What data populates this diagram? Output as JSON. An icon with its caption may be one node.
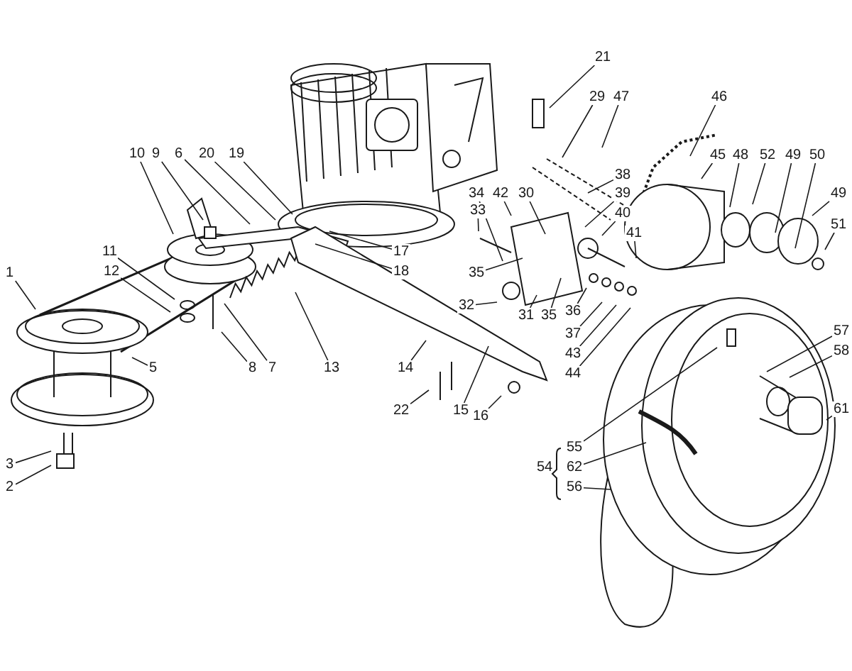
{
  "diagram": {
    "nodes": [
      {
        "text": [
          "21"
        ]
      },
      {
        "text": [
          "10"
        ]
      },
      {
        "text": [
          "9"
        ]
      },
      {
        "text": [
          "6"
        ]
      },
      {
        "text": [
          "20"
        ]
      },
      {
        "text": [
          "19"
        ]
      },
      {
        "text": [
          "29"
        ]
      },
      {
        "text": [
          "47"
        ]
      },
      {
        "text": [
          "46"
        ]
      },
      {
        "text": [
          "45"
        ]
      },
      {
        "text": [
          "48"
        ]
      },
      {
        "text": [
          "52"
        ]
      },
      {
        "text": [
          "49"
        ]
      },
      {
        "text": [
          "50"
        ]
      },
      {
        "text": [
          "38"
        ]
      },
      {
        "text": [
          "34"
        ]
      },
      {
        "text": [
          "42"
        ]
      },
      {
        "text": [
          "30"
        ]
      },
      {
        "text": [
          "39"
        ]
      },
      {
        "text": [
          "49"
        ]
      },
      {
        "text": [
          "33"
        ]
      },
      {
        "text": [
          "40"
        ]
      },
      {
        "text": [
          "41"
        ]
      },
      {
        "text": [
          "51"
        ]
      },
      {
        "text": [
          "11"
        ]
      },
      {
        "text": [
          "17"
        ]
      },
      {
        "text": [
          "1"
        ]
      },
      {
        "text": [
          "12"
        ]
      },
      {
        "text": [
          "18"
        ]
      },
      {
        "text": [
          "35"
        ]
      },
      {
        "text": [
          "32"
        ]
      },
      {
        "text": [
          "31"
        ]
      },
      {
        "text": [
          "35"
        ]
      },
      {
        "text": [
          "36"
        ]
      },
      {
        "text": [
          "37"
        ]
      },
      {
        "text": [
          "57"
        ]
      },
      {
        "text": [
          "58"
        ]
      },
      {
        "text": [
          "43"
        ]
      },
      {
        "text": [
          "5"
        ]
      },
      {
        "text": [
          "8"
        ]
      },
      {
        "text": [
          "7"
        ]
      },
      {
        "text": [
          "13"
        ]
      },
      {
        "text": [
          "14"
        ]
      },
      {
        "text": [
          "44"
        ]
      },
      {
        "text": [
          "22"
        ]
      },
      {
        "text": [
          "15"
        ]
      },
      {
        "text": [
          "16"
        ]
      },
      {
        "text": [
          "61"
        ]
      },
      {
        "text": [
          "55"
        ]
      },
      {
        "text": [
          "62"
        ]
      },
      {
        "text": [
          "56"
        ]
      },
      {
        "text": [
          "3"
        ]
      },
      {
        "text": [
          "2"
        ]
      }
    ],
    "edges": [
      {
        "from": 0,
        "to": null,
        "arrow": "none"
      },
      {
        "from": 1,
        "to": null,
        "arrow": "none"
      },
      {
        "from": 2,
        "to": null,
        "arrow": "none"
      },
      {
        "from": 3,
        "to": null,
        "arrow": "none"
      },
      {
        "from": 4,
        "to": null,
        "arrow": "none"
      },
      {
        "from": 5,
        "to": null,
        "arrow": "none"
      },
      {
        "from": 6,
        "to": null,
        "arrow": "none"
      },
      {
        "from": 7,
        "to": null,
        "arrow": "none"
      },
      {
        "from": 8,
        "to": null,
        "arrow": "none"
      },
      {
        "from": 9,
        "to": null,
        "arrow": "none"
      },
      {
        "from": 10,
        "to": null,
        "arrow": "none"
      },
      {
        "from": 11,
        "to": null,
        "arrow": "none"
      },
      {
        "from": 12,
        "to": null,
        "arrow": "none"
      },
      {
        "from": 13,
        "to": null,
        "arrow": "none"
      },
      {
        "from": 14,
        "to": null,
        "arrow": "none"
      },
      {
        "from": 15,
        "to": null,
        "arrow": "none"
      },
      {
        "from": 16,
        "to": null,
        "arrow": "none"
      },
      {
        "from": 17,
        "to": null,
        "arrow": "none"
      },
      {
        "from": 18,
        "to": null,
        "arrow": "none"
      },
      {
        "from": 19,
        "to": null,
        "arrow": "none"
      },
      {
        "from": 20,
        "to": null,
        "arrow": "none"
      },
      {
        "from": 21,
        "to": null,
        "arrow": "none"
      },
      {
        "from": 22,
        "to": null,
        "arrow": "none"
      },
      {
        "from": 23,
        "to": null,
        "arrow": "none"
      },
      {
        "from": 24,
        "to": null,
        "arrow": "none"
      },
      {
        "from": 25,
        "to": null,
        "arrow": "none"
      },
      {
        "from": 26,
        "to": null,
        "arrow": "none"
      },
      {
        "from": 27,
        "to": null,
        "arrow": "none"
      },
      {
        "from": 28,
        "to": null,
        "arrow": "none"
      },
      {
        "from": 29,
        "to": null,
        "arrow": "none"
      },
      {
        "from": 30,
        "to": null,
        "arrow": "none"
      },
      {
        "from": 31,
        "to": null,
        "arrow": "none"
      },
      {
        "from": 32,
        "to": null,
        "arrow": "none"
      },
      {
        "from": 33,
        "to": null,
        "arrow": "none"
      },
      {
        "from": 34,
        "to": null,
        "arrow": "none"
      },
      {
        "from": 35,
        "to": null,
        "arrow": "none"
      },
      {
        "from": 36,
        "to": null,
        "arrow": "none"
      },
      {
        "from": 37,
        "to": null,
        "arrow": "none"
      },
      {
        "from": 38,
        "to": null,
        "arrow": "none"
      },
      {
        "from": 39,
        "to": null,
        "arrow": "none"
      },
      {
        "from": 40,
        "to": null,
        "arrow": "none"
      },
      {
        "from": 41,
        "to": null,
        "arrow": "none"
      },
      {
        "from": 42,
        "to": null,
        "arrow": "none"
      },
      {
        "from": 43,
        "to": null,
        "arrow": "none"
      },
      {
        "from": 44,
        "to": null,
        "arrow": "none"
      },
      {
        "from": 45,
        "to": null,
        "arrow": "none"
      },
      {
        "from": 46,
        "to": null,
        "arrow": "none"
      },
      {
        "from": 47,
        "to": null,
        "arrow": "none"
      },
      {
        "from": 48,
        "to": null,
        "arrow": "none"
      },
      {
        "from": 49,
        "to": null,
        "arrow": "none"
      },
      {
        "from": 50,
        "to": null,
        "arrow": "none"
      },
      {
        "from": 51,
        "to": null,
        "arrow": "none"
      },
      {
        "from": 52,
        "to": null,
        "arrow": "none"
      }
    ],
    "labels": [
      "54"
    ]
  }
}
